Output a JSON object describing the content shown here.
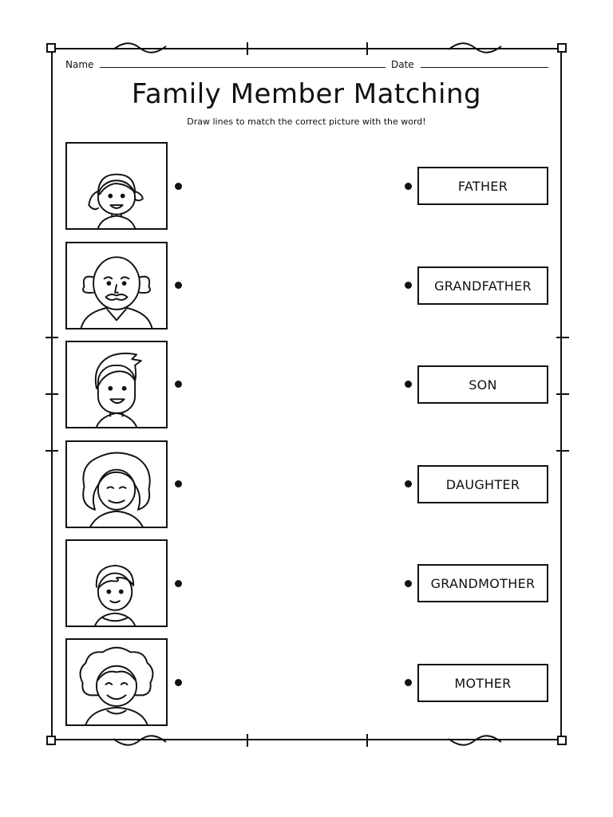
{
  "header": {
    "name_label": "Name",
    "date_label": "Date"
  },
  "title": "Family Member Matching",
  "subtitle": "Draw lines to match the correct picture with the word!",
  "pictures": [
    {
      "icon": "girl-icon"
    },
    {
      "icon": "grandfather-icon"
    },
    {
      "icon": "boy-icon"
    },
    {
      "icon": "woman-icon"
    },
    {
      "icon": "young-boy-icon"
    },
    {
      "icon": "grandmother-icon"
    }
  ],
  "words": [
    "FATHER",
    "GRANDFATHER",
    "SON",
    "DAUGHTER",
    "GRANDMOTHER",
    "MOTHER"
  ]
}
